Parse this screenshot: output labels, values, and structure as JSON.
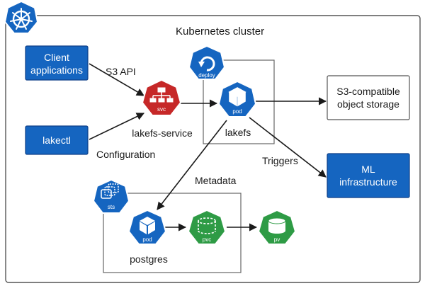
{
  "cluster": {
    "title": "Kubernetes cluster"
  },
  "colors": {
    "blue": "#1565c0",
    "red": "#c62828",
    "green": "#2e9b45",
    "line": "#1a1a1a",
    "box_border": "#555555"
  },
  "icons": {
    "kubernetes": "kubernetes-helm-wheel-icon",
    "svc": "network-tree-icon",
    "deploy": "refresh-cycle-icon",
    "pod": "cube-icon",
    "sts": "stacked-disks-icon",
    "pvc": "dashed-cylinder-icon",
    "pv": "cylinder-icon"
  },
  "nodes": {
    "client": {
      "line1": "Client",
      "line2": "applications"
    },
    "lakectl": {
      "label": "lakectl"
    },
    "svc": {
      "badge": "svc",
      "label": "lakefs-service"
    },
    "deploy": {
      "badge": "deploy"
    },
    "lakefs_pod": {
      "badge": "pod",
      "label": "lakefs"
    },
    "s3": {
      "line1": "S3-compatible",
      "line2": "object storage"
    },
    "ml": {
      "line1": "ML",
      "line2": "infrastructure"
    },
    "sts": {
      "badge": "sts"
    },
    "pg_pod": {
      "badge": "pod",
      "label": "postgres"
    },
    "pvc": {
      "badge": "pvc"
    },
    "pv": {
      "badge": "pv"
    }
  },
  "edges": {
    "s3_api": "S3 API",
    "configuration": "Configuration",
    "triggers": "Triggers",
    "metadata": "Metadata"
  }
}
